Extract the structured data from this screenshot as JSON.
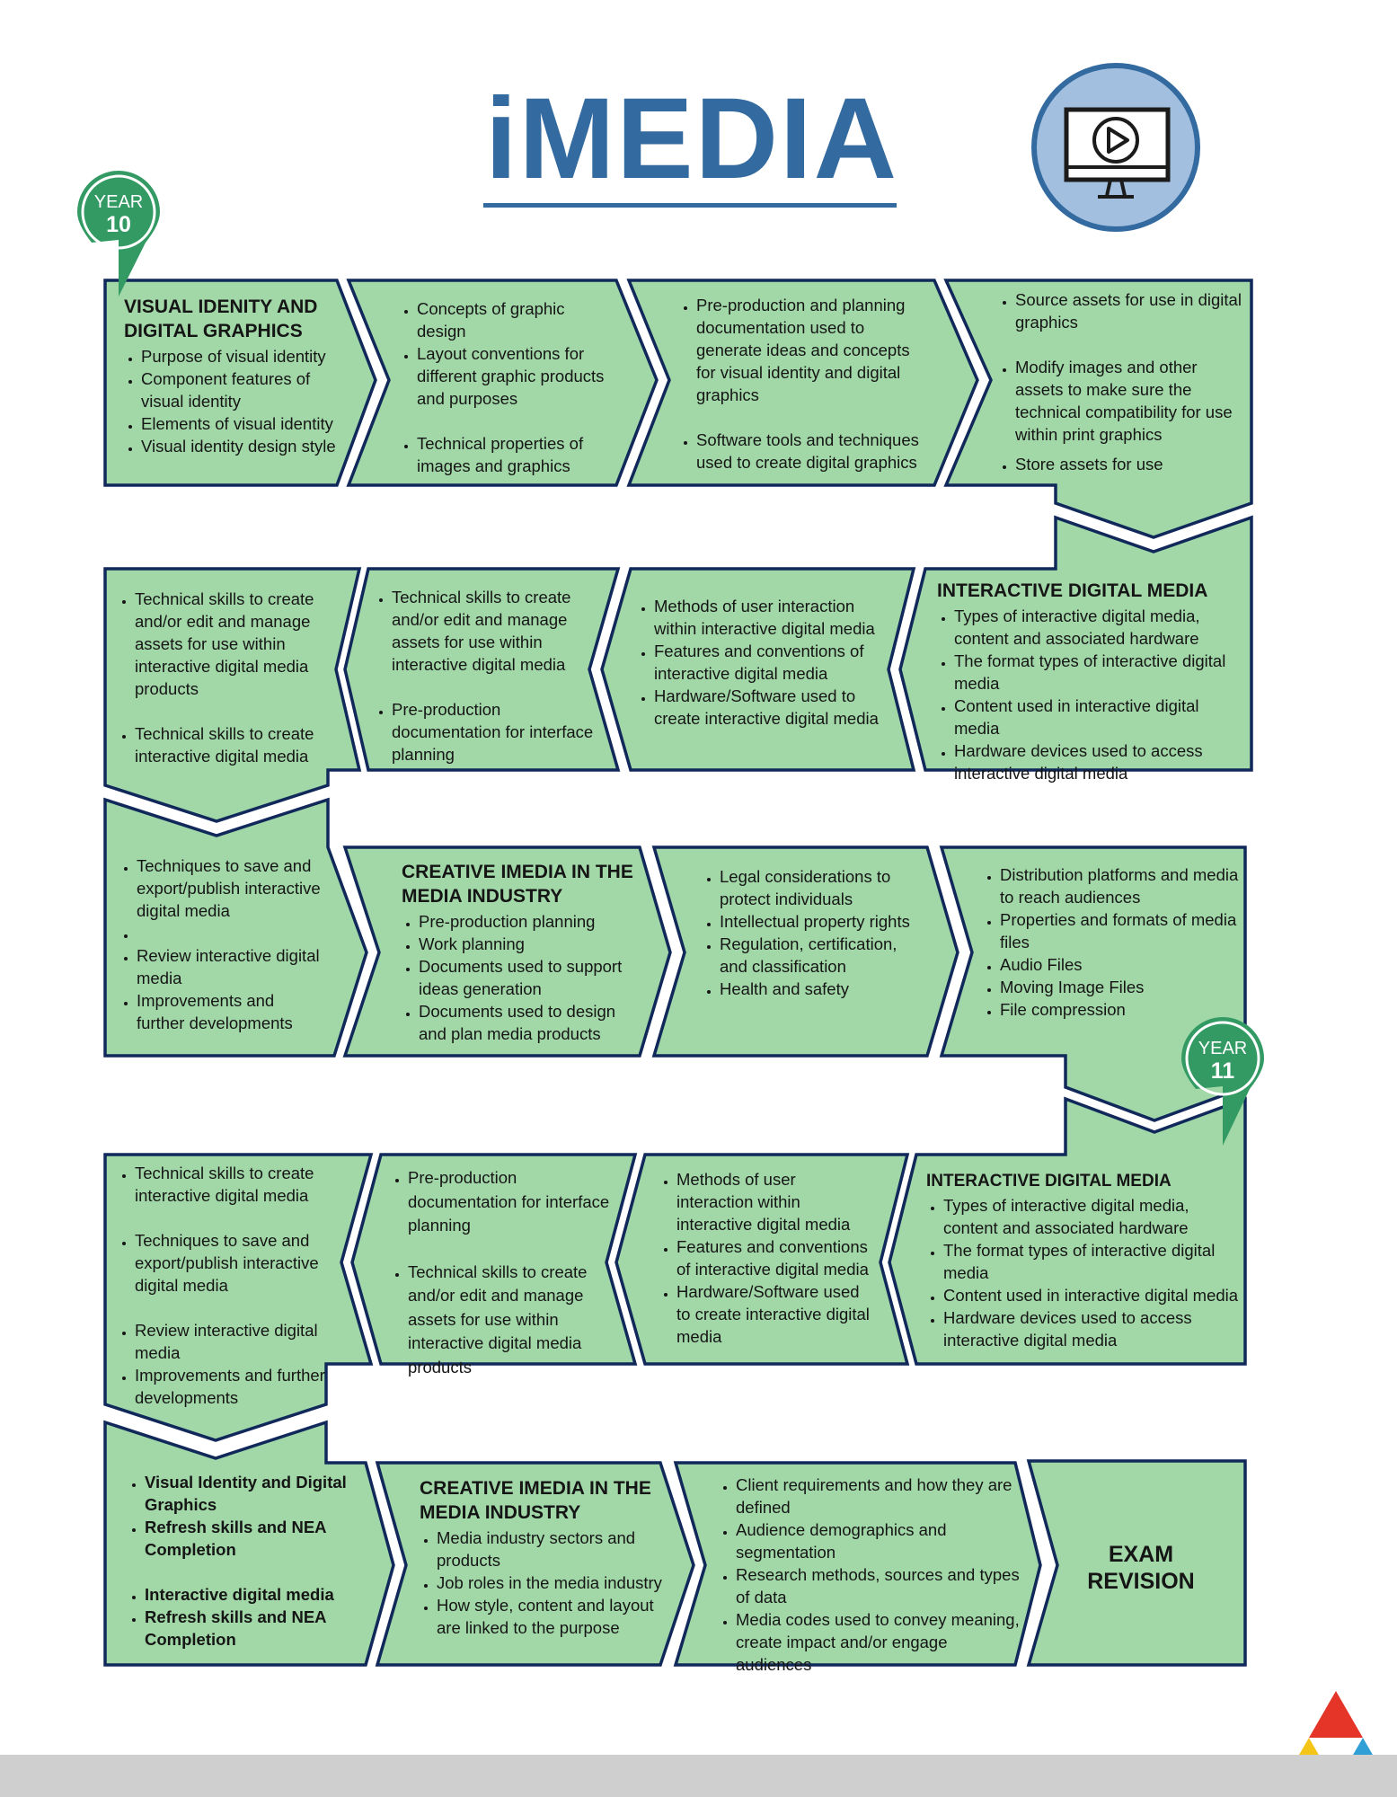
{
  "header": {
    "title": "iMEDIA"
  },
  "icons": {
    "monitor": "monitor-play-icon",
    "pin": "map-pin-icon",
    "logo": "triangle-logo-icon"
  },
  "colors": {
    "box_fill": "#a2d8a8",
    "box_stroke": "#10285a",
    "brand_blue": "#336a9f",
    "pin_green": "#339a64",
    "circle_fill": "#a3bfdf"
  },
  "markers": [
    {
      "label": "YEAR",
      "number": "10"
    },
    {
      "label": "YEAR",
      "number": "11"
    }
  ],
  "rows": [
    [
      {
        "title": "VISUAL IDENITY AND DIGITAL GRAPHICS",
        "items": [
          "Purpose of visual identity",
          "Component features of visual identity",
          "Elements of visual identity",
          "Visual identity design style"
        ]
      },
      {
        "items": [
          "Concepts of graphic design",
          "Layout conventions for different graphic products and purposes",
          "Technical properties of images and graphics"
        ]
      },
      {
        "items": [
          "Pre-production and planning documentation used to generate ideas and concepts for visual identity and digital graphics",
          "Software tools and techniques used to create digital graphics"
        ]
      },
      {
        "items": [
          "Source assets for use in digital graphics",
          "Modify images and other assets to make sure the technical compatibility for use within print graphics",
          "Store assets for use"
        ]
      }
    ],
    [
      {
        "title": "INTERACTIVE DIGITAL MEDIA",
        "items": [
          "Types of interactive digital media, content and associated hardware",
          "The format types of interactive digital media",
          "Content used in interactive digital media",
          "Hardware devices used to access interactive digital media"
        ]
      },
      {
        "items": [
          "Methods of user interaction within interactive digital media",
          "Features and conventions of interactive digital media",
          "Hardware/Software used to create interactive digital media"
        ]
      },
      {
        "items": [
          "Technical skills to create and/or edit and manage assets for use within interactive digital media",
          "Pre-production documentation for interface planning"
        ]
      },
      {
        "items": [
          "Technical skills to create and/or edit and manage assets for use within interactive digital media products",
          "Technical skills to create interactive digital media"
        ]
      }
    ],
    [
      {
        "items": [
          "Techniques to save and export/publish interactive digital media",
          "",
          "Review interactive digital media",
          "Improvements and further developments"
        ]
      },
      {
        "title": "CREATIVE IMEDIA IN THE MEDIA INDUSTRY",
        "items": [
          "Pre-production planning",
          "Work planning",
          "Documents used to support ideas generation",
          "Documents used to design and plan media products"
        ]
      },
      {
        "items": [
          "Legal considerations to protect individuals",
          "Intellectual property rights",
          "Regulation, certification, and classification",
          "Health and safety"
        ]
      },
      {
        "items": [
          "Distribution platforms and media to reach audiences",
          "Properties and formats of media files",
          "Audio Files",
          "Moving Image Files",
          "File compression"
        ]
      }
    ],
    [
      {
        "title": "INTERACTIVE DIGITAL MEDIA",
        "items": [
          "Types of interactive digital media, content and associated hardware",
          "The format types of interactive digital media",
          "Content used in interactive digital media",
          "Hardware devices used to access interactive digital media"
        ]
      },
      {
        "items": [
          "Methods of user interaction within interactive digital media",
          "Features and conventions of interactive digital media",
          "Hardware/Software used to create interactive digital media"
        ]
      },
      {
        "items": [
          "Pre-production documentation for interface planning",
          "Technical skills to create and/or edit and manage assets for use within interactive digital media products"
        ]
      },
      {
        "items": [
          "Technical skills to create interactive digital media",
          "Techniques to save and export/publish interactive digital media",
          "Review interactive digital media",
          "Improvements and further developments"
        ]
      }
    ],
    [
      {
        "items": [
          "Visual Identity and Digital Graphics",
          "Refresh skills and NEA Completion",
          "Interactive digital media",
          "Refresh skills and NEA Completion"
        ]
      },
      {
        "title": "CREATIVE IMEDIA IN THE MEDIA INDUSTRY",
        "items": [
          "Media industry sectors and products",
          "Job roles in the media industry",
          "How style, content and layout are linked to the purpose"
        ]
      },
      {
        "items": [
          "Client requirements and how they are defined",
          "Audience demographics and segmentation",
          "Research methods, sources and types of data",
          "Media codes used to convey meaning, create impact and/or engage audiences"
        ]
      },
      {
        "title": "EXAM REVISION"
      }
    ]
  ]
}
